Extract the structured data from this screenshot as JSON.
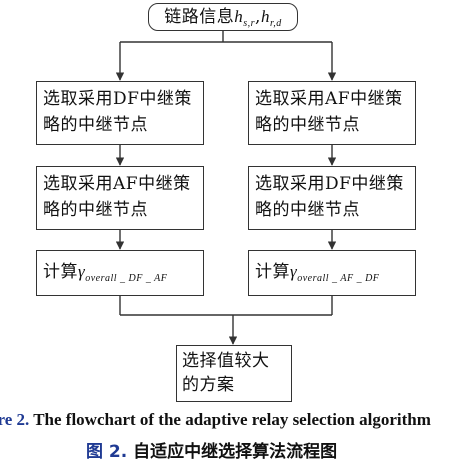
{
  "nodes": {
    "top": {
      "label": "链路信息",
      "h1": "h",
      "h1_sub": "s,r",
      "h2": "h",
      "h2_sub": "r,d"
    },
    "left1": {
      "label": "选取采用DF中继策略的中继节点"
    },
    "right1": {
      "label": "选取采用AF中继策略的中继节点"
    },
    "left2": {
      "label": "选取采用AF中继策略的中继节点"
    },
    "right2": {
      "label": "选取采用DF中继策略的中继节点"
    },
    "left3": {
      "label": "计算",
      "gamma": "γ",
      "sub": "overall _ DF _ AF"
    },
    "right3": {
      "label": "计算",
      "gamma": "γ",
      "sub": "overall _ AF _ DF"
    },
    "final": {
      "label": "选择值较大的方案"
    }
  },
  "caption": {
    "en_lead": "ure 2.",
    "en_rest": " The flowchart of the adaptive relay selection algorithm",
    "cn_lead": "图 2.",
    "cn_rest": "  自适应中继选择算法流程图"
  }
}
